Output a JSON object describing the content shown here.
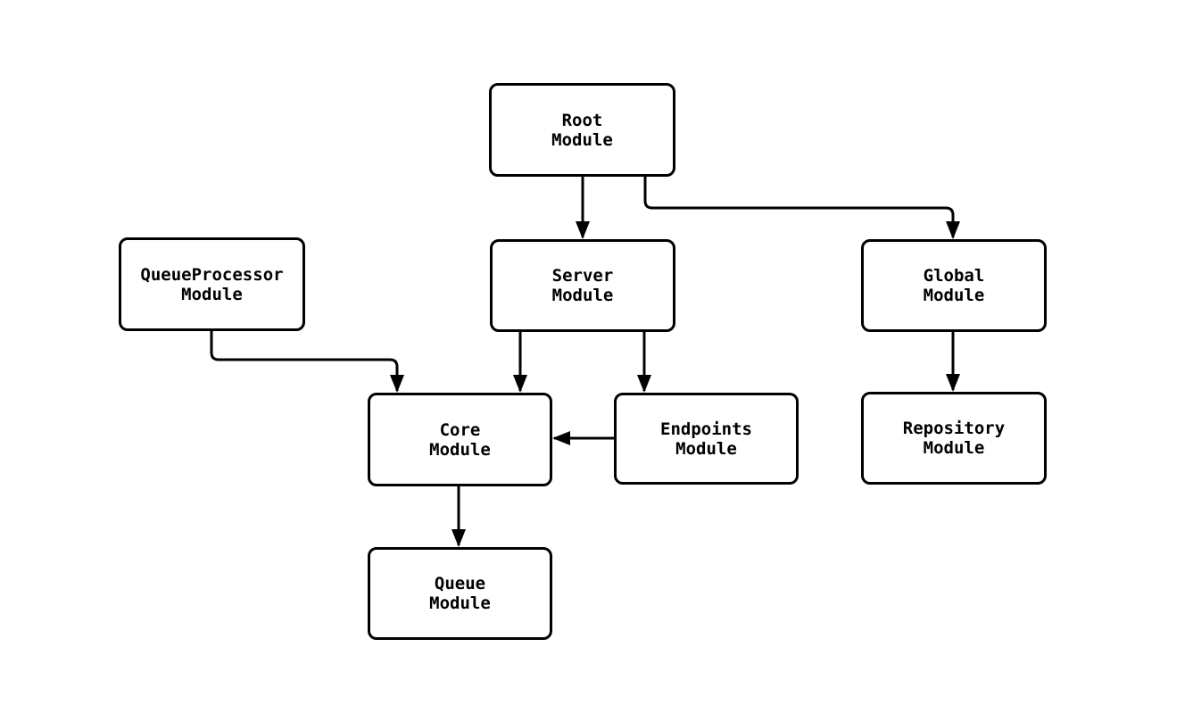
{
  "diagram": {
    "background_color": "#ffffff",
    "node_border_color": "#000000",
    "node_fill_color": "#ffffff",
    "edge_color": "#000000",
    "nodes": {
      "root": {
        "label": "Root\nModule"
      },
      "queueprocessor": {
        "label": "QueueProcessor\nModule"
      },
      "server": {
        "label": "Server\nModule"
      },
      "global": {
        "label": "Global\nModule"
      },
      "core": {
        "label": "Core\nModule"
      },
      "endpoints": {
        "label": "Endpoints\nModule"
      },
      "repository": {
        "label": "Repository\nModule"
      },
      "queue": {
        "label": "Queue\nModule"
      }
    },
    "edges": [
      {
        "from": "Root Module",
        "to": "Server Module"
      },
      {
        "from": "Root Module",
        "to": "Global Module"
      },
      {
        "from": "QueueProcessor Module",
        "to": "Core Module"
      },
      {
        "from": "Server Module",
        "to": "Core Module"
      },
      {
        "from": "Server Module",
        "to": "Endpoints Module"
      },
      {
        "from": "Endpoints Module",
        "to": "Core Module"
      },
      {
        "from": "Global Module",
        "to": "Repository Module"
      },
      {
        "from": "Core Module",
        "to": "Queue Module"
      }
    ]
  }
}
